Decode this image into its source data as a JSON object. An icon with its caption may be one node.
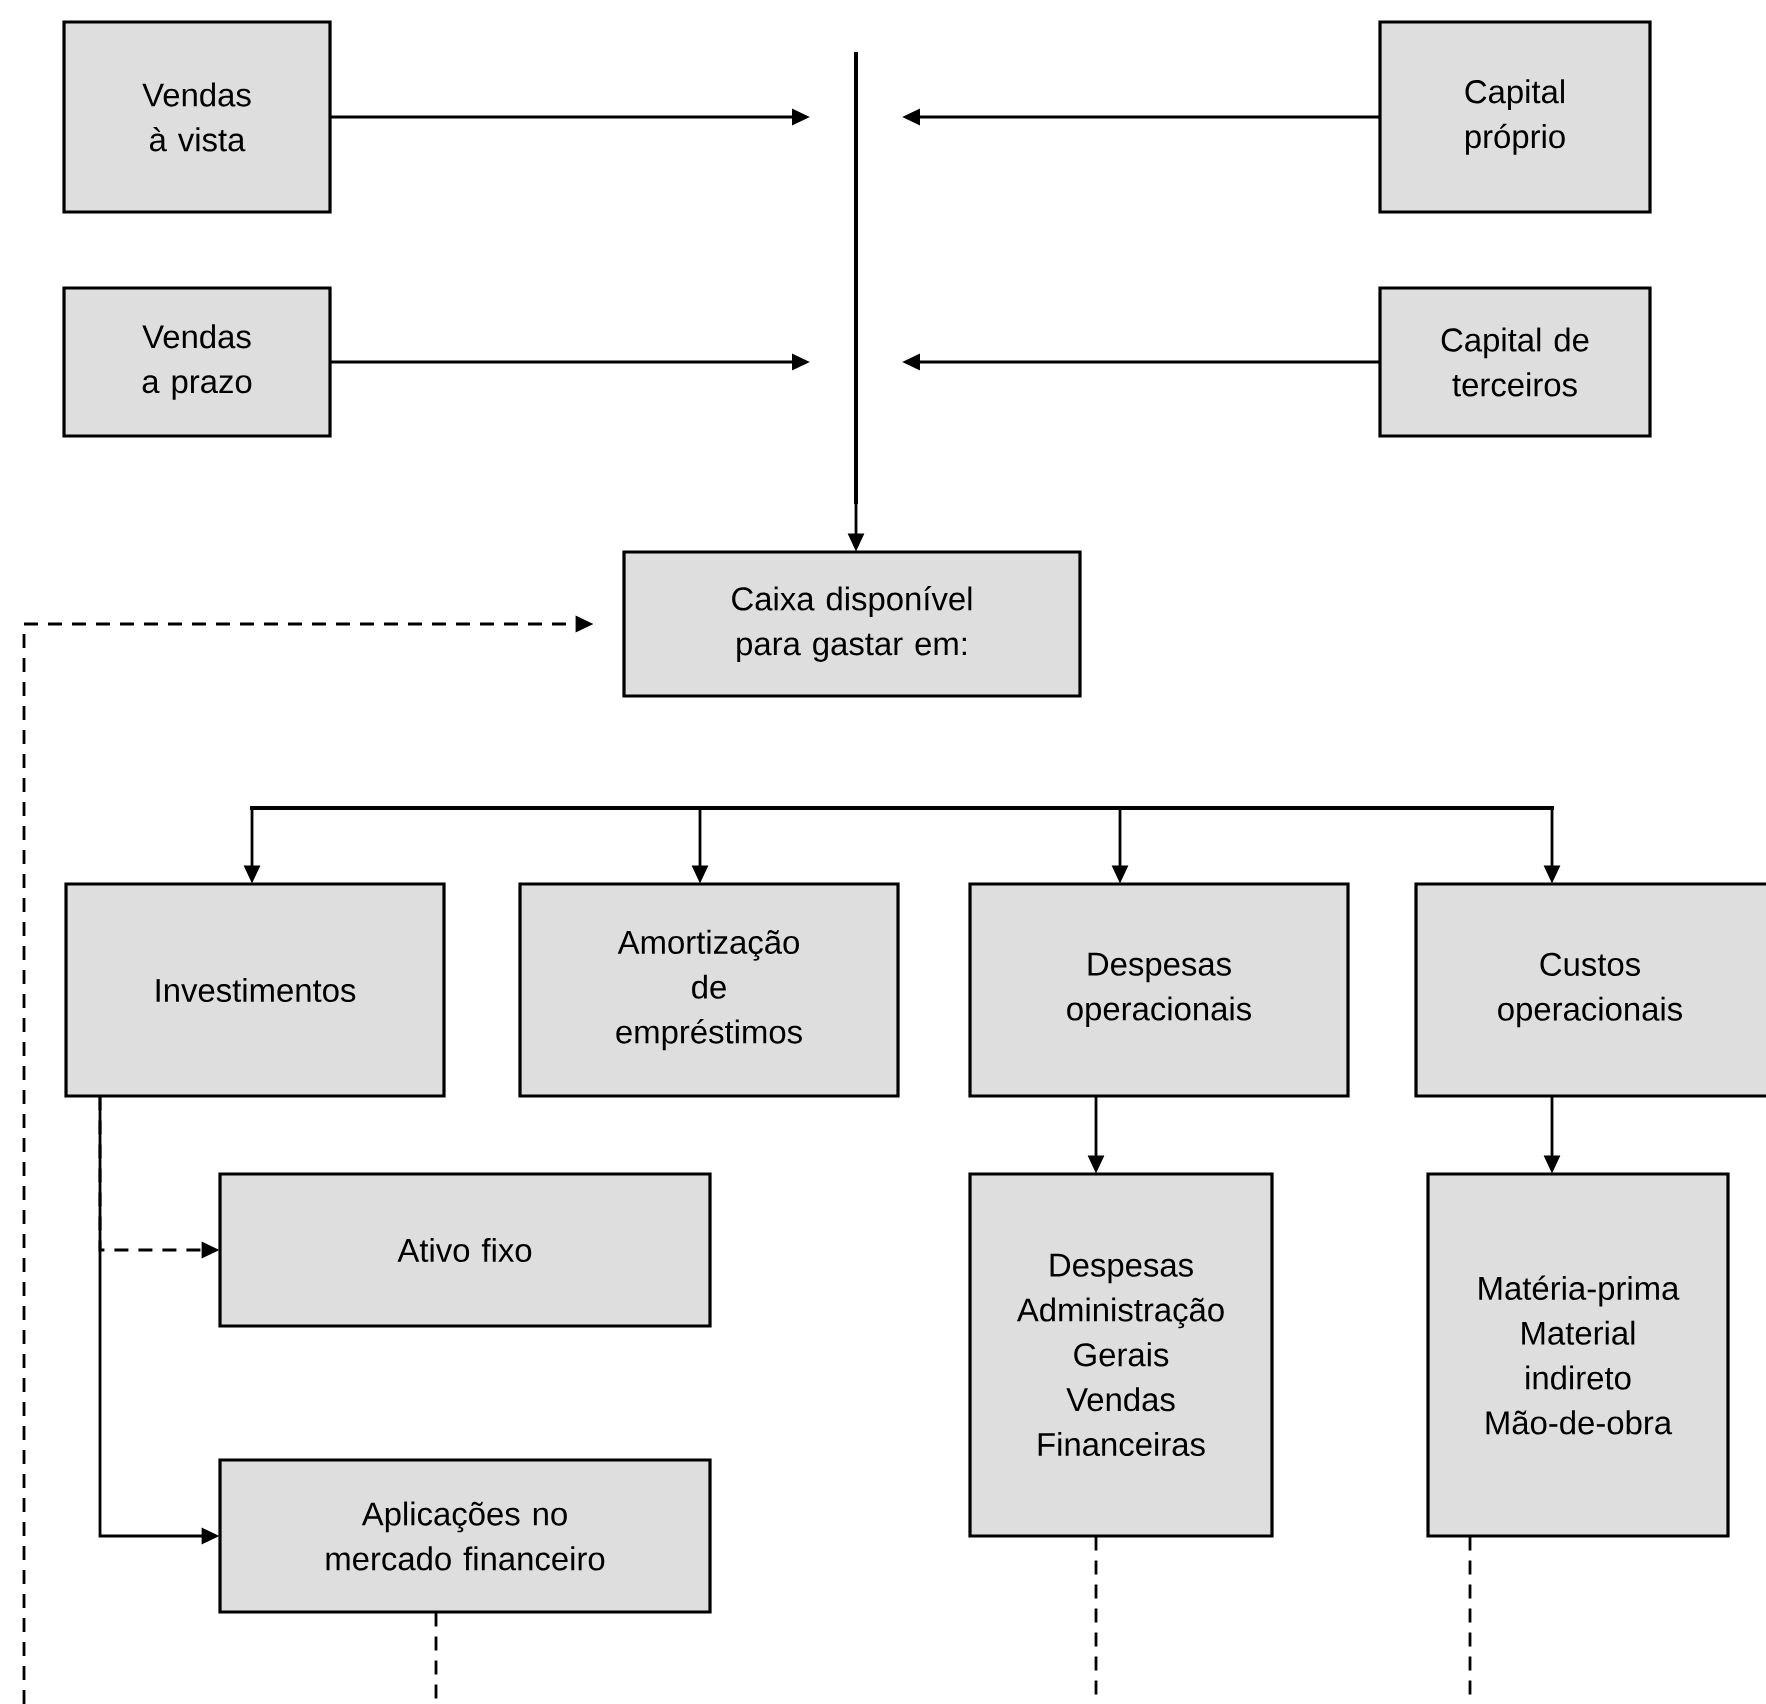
{
  "diagram": {
    "nodes": [
      {
        "text": [
          "Vendas à vista"
        ]
      },
      {
        "text": [
          "Capital próprio"
        ]
      },
      {
        "text": [
          "Vendas a prazo"
        ]
      },
      {
        "text": [
          "Capital de terceiros"
        ]
      },
      {
        "text": [],
        "shape": "bar"
      },
      {
        "text": [
          "Caixa disponível para gastar em:"
        ]
      },
      {
        "text": [],
        "shape": "bar"
      },
      {
        "text": [
          "Investimentos"
        ]
      },
      {
        "text": [
          "Amortização de empréstimos"
        ]
      },
      {
        "text": [
          "Despesas operacionais"
        ]
      },
      {
        "text": [
          "Custos operacionais"
        ]
      },
      {
        "text": [
          "Ativo fixo"
        ]
      },
      {
        "text": [
          "Despesas Administração Gerais Vendas Financeiras"
        ]
      },
      {
        "text": [
          "Matéria-prima Material indireto Mão-de-obra"
        ]
      },
      {
        "text": [
          "Aplicações no mercado financeiro"
        ]
      }
    ],
    "edges": [
      {
        "from": 0,
        "to": 4,
        "arrow": "to"
      },
      {
        "from": 1,
        "to": 4,
        "arrow": "to"
      },
      {
        "from": 2,
        "to": 4,
        "arrow": "to"
      },
      {
        "from": 3,
        "to": 4,
        "arrow": "to"
      },
      {
        "from": 4,
        "to": 5,
        "arrow": "to"
      },
      {
        "from": null,
        "to": 5,
        "arrow": "to",
        "style": "dashed"
      },
      {
        "from": 6,
        "to": 7,
        "arrow": "to"
      },
      {
        "from": 6,
        "to": 8,
        "arrow": "to"
      },
      {
        "from": 6,
        "to": 9,
        "arrow": "to"
      },
      {
        "from": 6,
        "to": 10,
        "arrow": "to"
      },
      {
        "from": 7,
        "to": 11,
        "arrow": "to",
        "style": "dashed"
      },
      {
        "from": 7,
        "to": 14,
        "arrow": "to"
      },
      {
        "from": 9,
        "to": 12,
        "arrow": "to"
      },
      {
        "from": 10,
        "to": 13,
        "arrow": "to"
      },
      {
        "from": 14,
        "to": null,
        "arrow": "none",
        "style": "dashed"
      },
      {
        "from": 12,
        "to": null,
        "arrow": "none",
        "style": "dashed"
      },
      {
        "from": 13,
        "to": null,
        "arrow": "none",
        "style": "dashed"
      }
    ]
  }
}
